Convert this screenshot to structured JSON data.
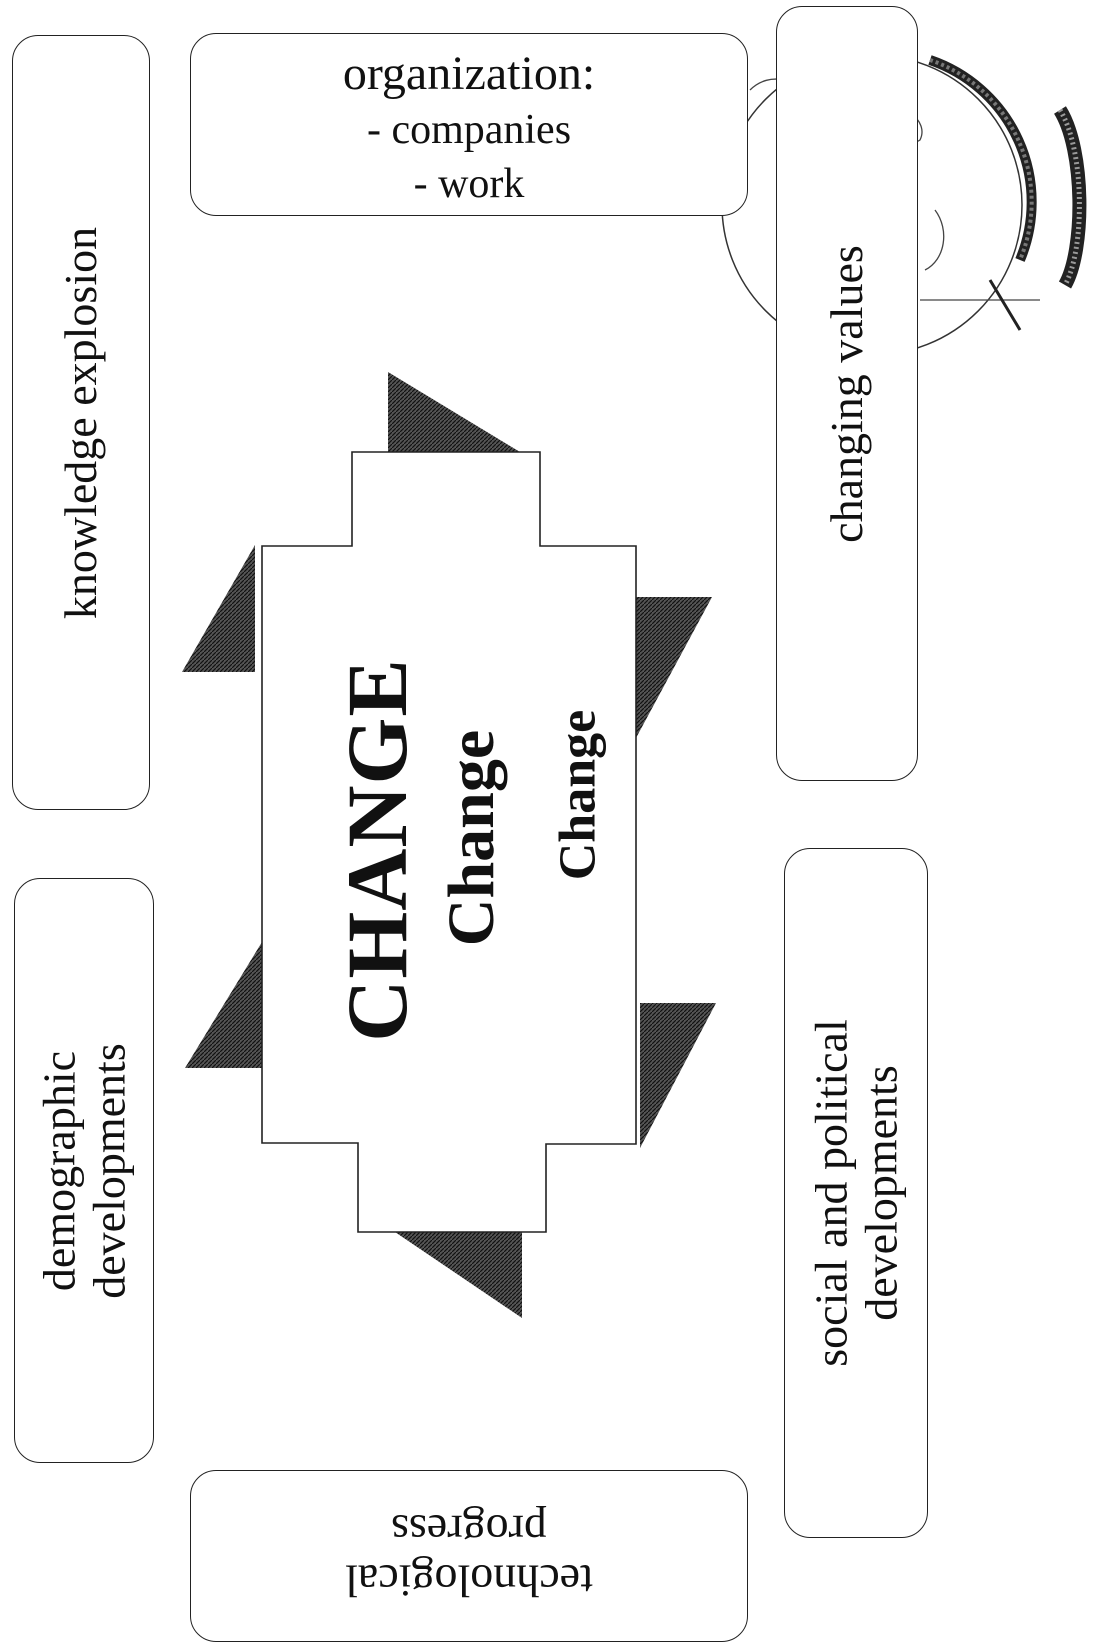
{
  "diagram": {
    "center": {
      "line1": "CHANGE",
      "line2": "Change",
      "line3": "Change"
    },
    "boxes": {
      "knowledge": "knowledge explosion",
      "demographic": [
        "demographic",
        "developments"
      ],
      "organization": {
        "title": "organization:",
        "items": [
          "- companies",
          "- work"
        ]
      },
      "values": "changing values",
      "social": [
        "social and political",
        "developments"
      ],
      "technological": [
        "technological",
        "progress"
      ]
    }
  },
  "colors": {
    "stroke": "#222222",
    "shadow": "#3a3a3a",
    "background": "#ffffff"
  },
  "icons": [
    "globe-icon"
  ]
}
